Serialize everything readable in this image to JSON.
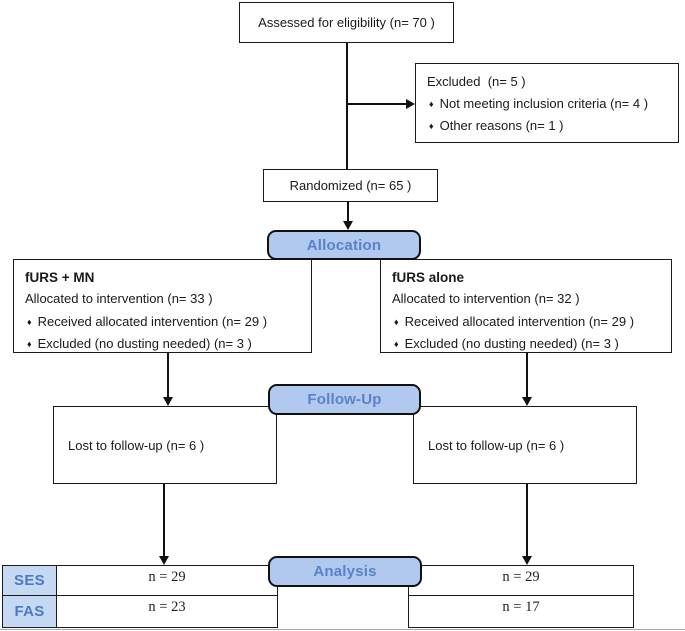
{
  "glyphs": {
    "bullet": "♦"
  },
  "colors": {
    "stage_fill": "#b1c8ef",
    "stage_text": "#5b82c8",
    "label_fill": "#c6d9f2",
    "label_text": "#4a79c5",
    "line_color": "#111111"
  },
  "nodes": {
    "assessed": {
      "text": "Assessed for eligibility (n= 70 )"
    },
    "excluded": {
      "title": "Excluded  (n= 5 )",
      "bullets": [
        "Not meeting inclusion criteria (n= 4 )",
        "Other reasons (n= 1 )"
      ]
    },
    "randomized": {
      "text": "Randomized (n= 65 )"
    },
    "stages": {
      "allocation": "Allocation",
      "followup": "Follow-Up",
      "analysis": "Analysis"
    },
    "alloc_left": {
      "heading": "fURS + MN",
      "line": "Allocated to intervention (n= 33 )",
      "bullets": [
        "Received allocated intervention (n= 29 )",
        "Excluded (no dusting needed) (n= 3 )"
      ]
    },
    "alloc_right": {
      "heading": "fURS alone",
      "line": "Allocated to intervention (n= 32 )",
      "bullets": [
        "Received allocated intervention (n= 29 )",
        "Excluded (no dusting needed) (n= 3 )"
      ]
    },
    "followup_left": {
      "text": "Lost to follow-up (n= 6 )"
    },
    "followup_right": {
      "text": "Lost to follow-up (n= 6 )"
    },
    "analysis_table": {
      "rows": [
        {
          "label": "SES",
          "left_value": "n = 29",
          "right_value": "n = 29"
        },
        {
          "label": "FAS",
          "left_value": "n = 23",
          "right_value": "n = 17"
        }
      ]
    }
  }
}
